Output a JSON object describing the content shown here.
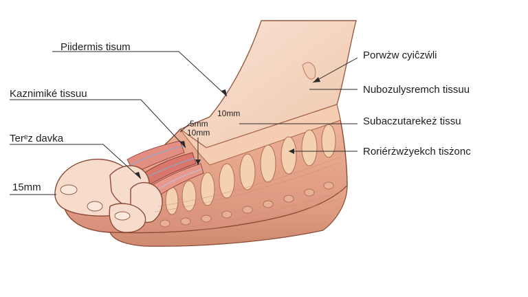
{
  "labels": {
    "left": {
      "l1": "Piidermis tisum",
      "l2": "Kaznimiké tissuu",
      "l3": "Terᵉz davka",
      "l4": "15mm"
    },
    "right": {
      "r1": "Porwżw cyiĉzẃli",
      "r2": "Nubozulysremch tissuu",
      "r3": "Subaczutarekeż tissu",
      "r4": "Roriérżwżyekch tisżonc"
    },
    "measurements": {
      "m1": "10mm",
      "m2": "5mm",
      "m3": "10mm"
    }
  },
  "colors": {
    "skin": "#f6d9c6",
    "skin_shadow": "#e9b99f",
    "outline": "#8a4a36",
    "fat_lobule": "#f3c9a6",
    "muscle": "#d9776c",
    "tissue_base": "#e9a98d",
    "leader_line": "#2a2a2a"
  }
}
